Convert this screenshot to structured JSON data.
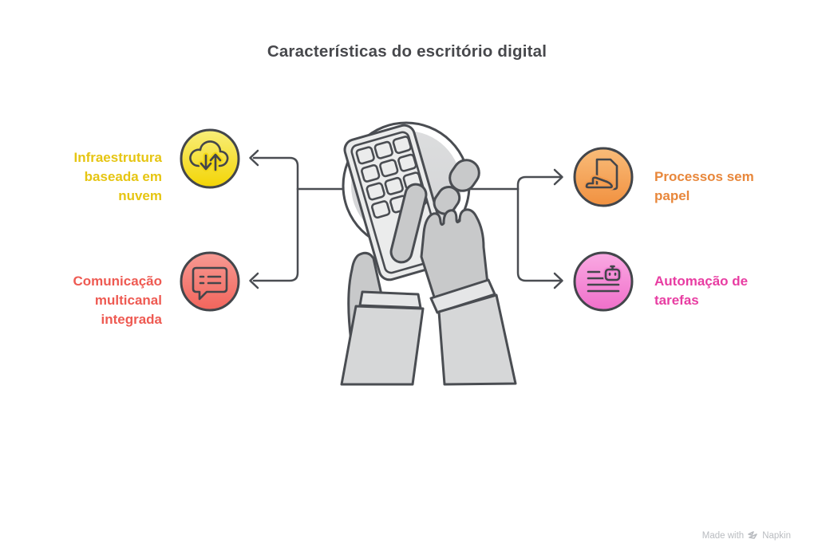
{
  "title": "Características do escritório digital",
  "items": [
    {
      "id": "infraestrutura",
      "label": "Infraestrutura baseada em nuvem",
      "color": "#E6C512",
      "circle_fill_top": "#F8EE79",
      "circle_fill_bottom": "#F3D505",
      "icon": "cloud-sync-icon",
      "side": "left-top"
    },
    {
      "id": "comunicacao",
      "label": "Comunicação multicanal integrada",
      "color": "#EE5A52",
      "circle_fill_top": "#F79A93",
      "circle_fill_bottom": "#F2655C",
      "icon": "chat-list-icon",
      "side": "left-bottom"
    },
    {
      "id": "processos",
      "label": "Processos sem papel",
      "color": "#E8873B",
      "circle_fill_top": "#F9BC79",
      "circle_fill_bottom": "#F19140",
      "icon": "paperless-document-icon",
      "side": "right-top"
    },
    {
      "id": "automacao",
      "label": "Automação de tarefas",
      "color": "#E83DA2",
      "circle_fill_top": "#FAAAE3",
      "circle_fill_bottom": "#F06FCA",
      "icon": "robot-tasks-icon",
      "side": "right-bottom"
    }
  ],
  "center_illustration": "hands-tapping-phone",
  "connector_color": "#4A4D52",
  "outline_color": "#43464B",
  "title_color": "#47484C",
  "watermark": {
    "prefix": "Made with",
    "brand": "Napkin",
    "color": "#B9BCC0"
  }
}
